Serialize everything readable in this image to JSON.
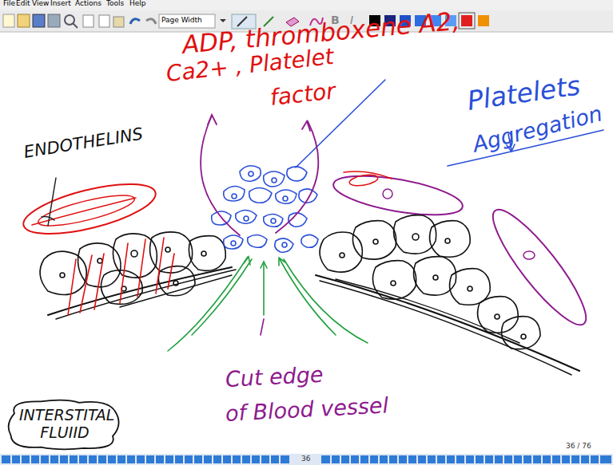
{
  "diagram": {
    "nodes": [
      {
        "text": [
          "INTERSTITAL FLUIID"
        ]
      }
    ],
    "labels": [
      "File",
      "Edit",
      "View",
      "Insert",
      "Actions",
      "Tools",
      "Help",
      "Page Width",
      "B",
      "I",
      "ADP, thromboxene A2,",
      "Ca2+ , Platelet",
      "factor",
      "Platelets",
      "Aggregation",
      "ENDOTHELINS",
      "Cut edge",
      "of Blood vessel",
      "36 / 76",
      "36"
    ]
  }
}
